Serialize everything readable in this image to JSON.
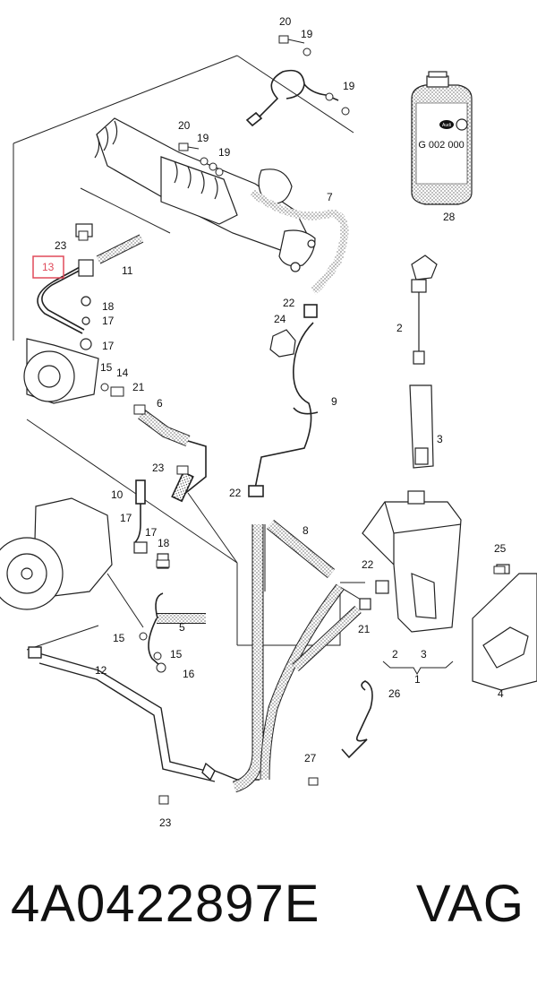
{
  "diagram": {
    "callouts": {
      "n1": "1",
      "n2": "2",
      "n2b": "2",
      "n3": "3",
      "n3b": "3",
      "n4": "4",
      "n5": "5",
      "n6": "6",
      "n7": "7",
      "n8": "8",
      "n9": "9",
      "n10": "10",
      "n11": "11",
      "n12": "12",
      "n13": "13",
      "n14": "14",
      "n15a": "15",
      "n15b": "15",
      "n15c": "15",
      "n16": "16",
      "n17a": "17",
      "n17b": "17",
      "n17c": "17",
      "n17d": "17",
      "n18a": "18",
      "n18b": "18",
      "n19a": "19",
      "n19b": "19",
      "n19c": "19",
      "n19d": "19",
      "n20a": "20",
      "n20b": "20",
      "n21a": "21",
      "n21b": "21",
      "n22a": "22",
      "n22b": "22",
      "n22c": "22",
      "n23a": "23",
      "n23b": "23",
      "n23c": "23",
      "n24": "24",
      "n25": "25",
      "n26": "26",
      "n27": "27",
      "n28": "28"
    },
    "highlighted_callout": "13",
    "highlight_color": "#e04a5a",
    "bottle_label": "G 002 000",
    "bottle_logo": "Audi",
    "logo_icon": "vw-logo-icon"
  },
  "footer": {
    "part_number": "4A0422897E",
    "brand": "VAG"
  }
}
